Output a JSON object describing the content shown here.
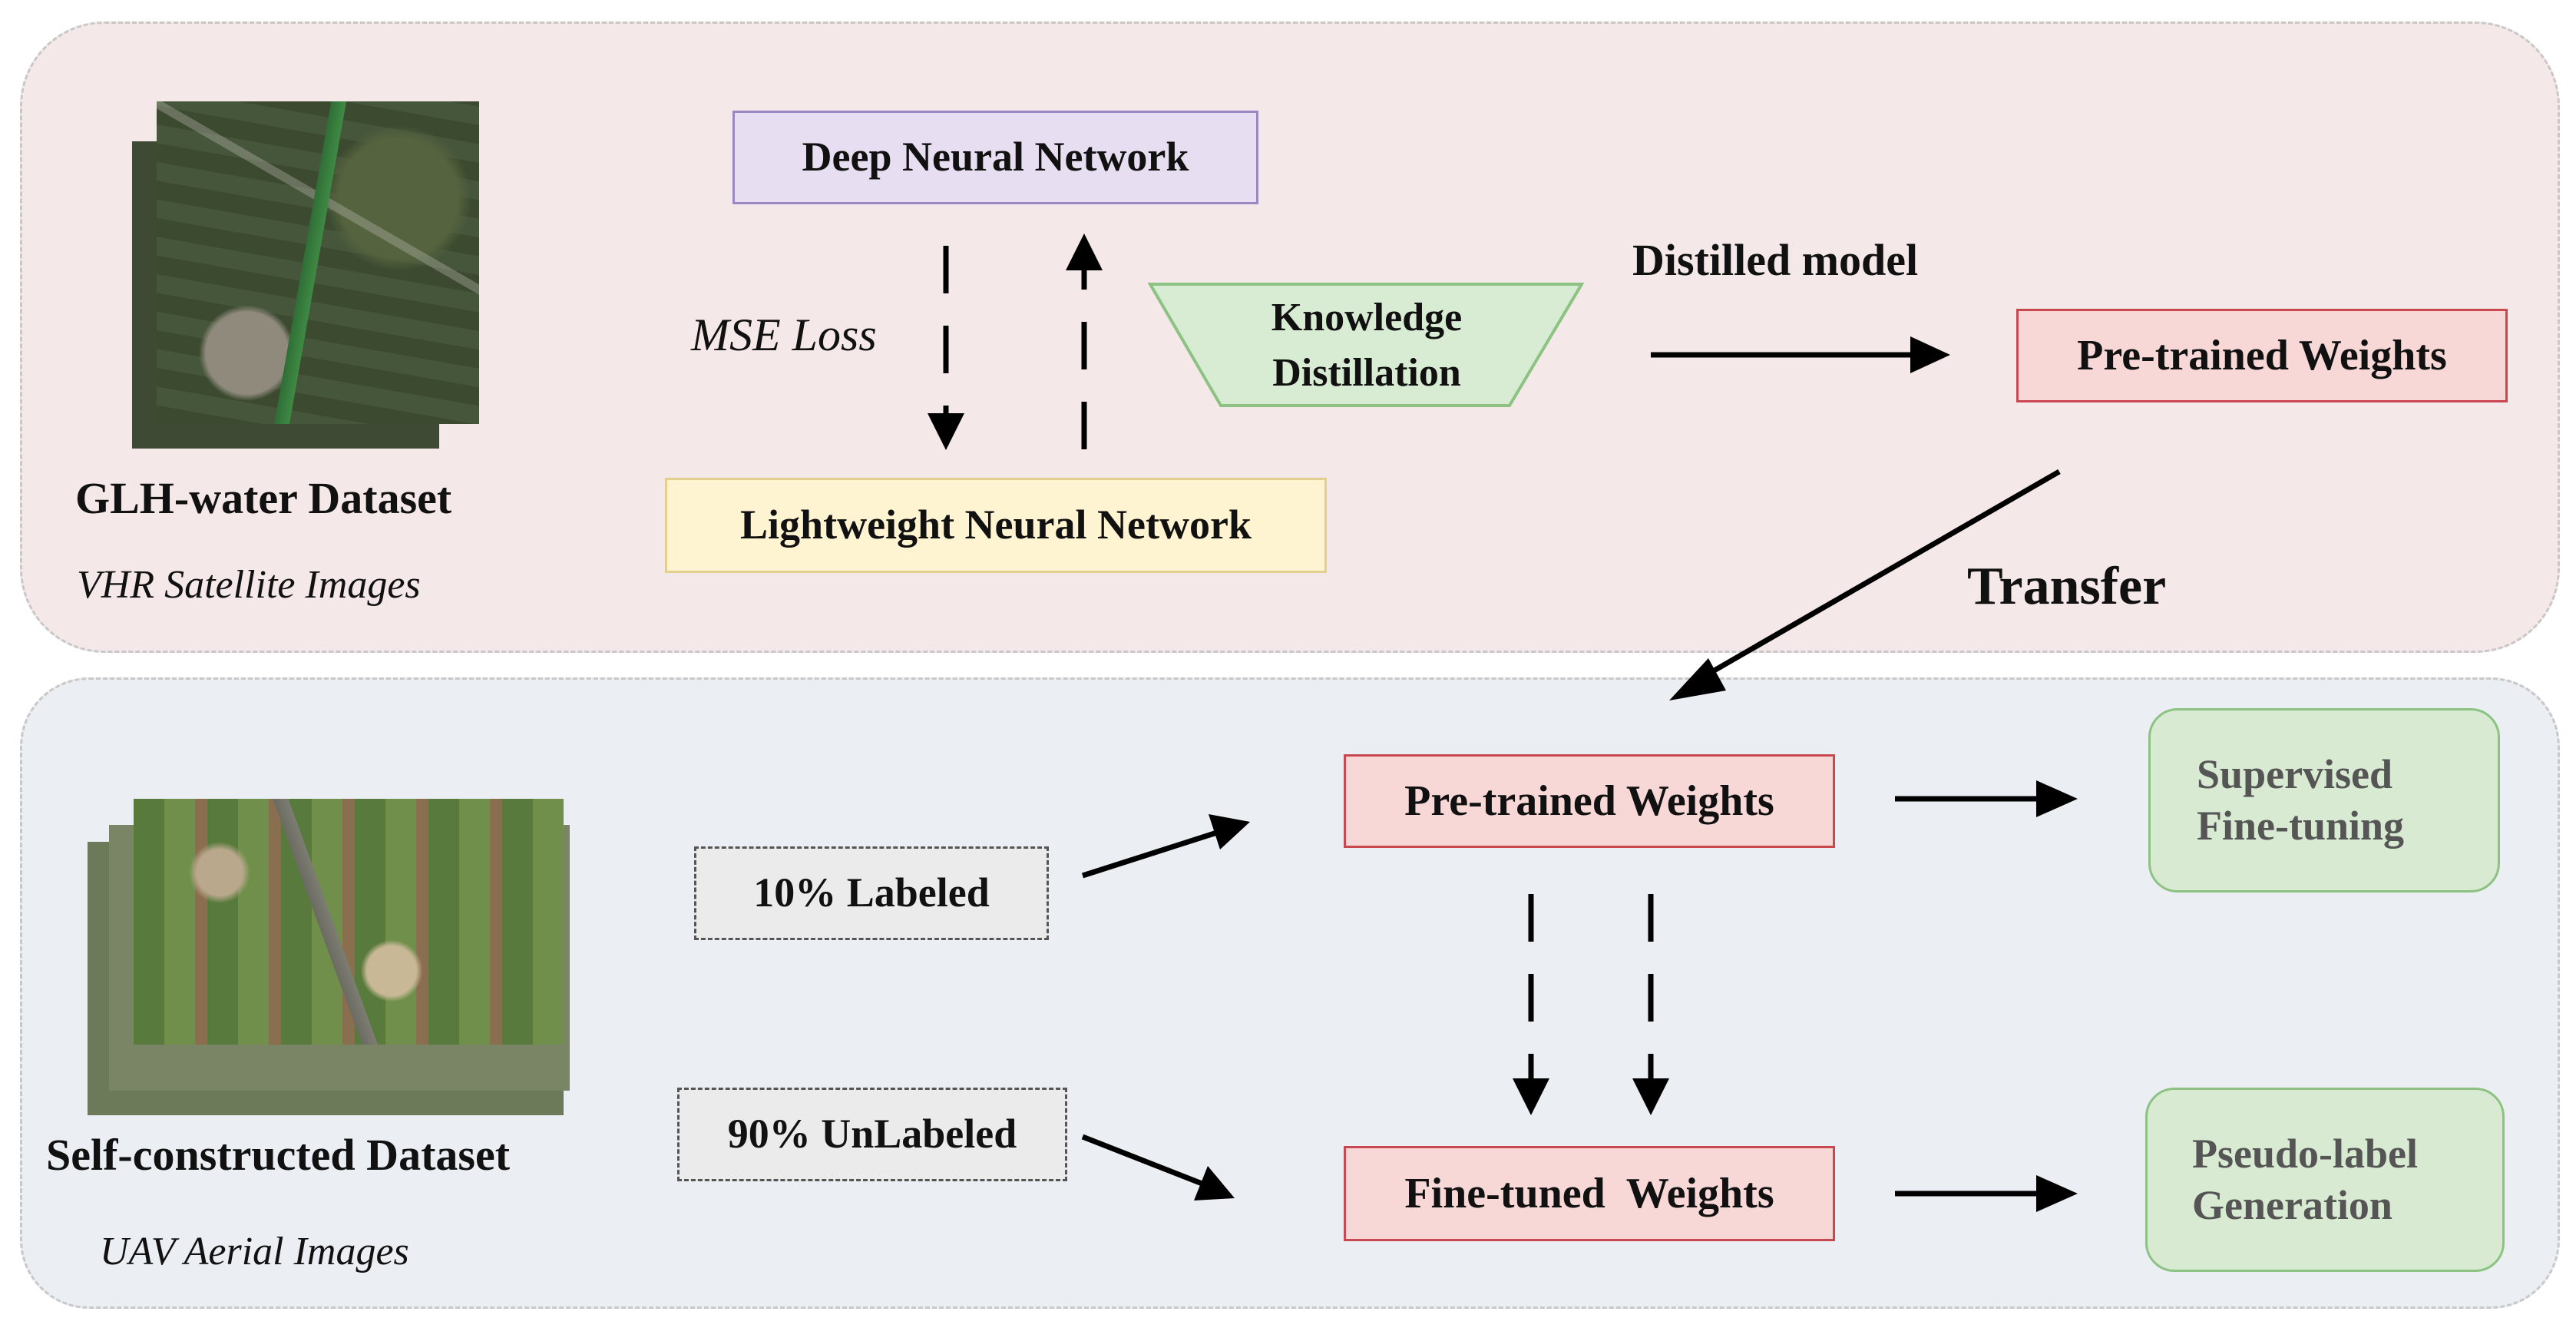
{
  "top_section": {
    "dataset_name": "GLH-water Dataset",
    "dataset_type": "VHR Satellite Images",
    "deep_network": "Deep Neural Network",
    "light_network": "Lightweight Neural Network",
    "loss_label": "MSE Loss",
    "kd_line1": "Knowledge",
    "kd_line2": "Distillation",
    "distilled_label": "Distilled model",
    "pretrained": "Pre-trained Weights",
    "transfer_label": "Transfer"
  },
  "bottom_section": {
    "dataset_name": "Self-constructed Dataset",
    "dataset_type": "UAV Aerial Images",
    "labeled": "10% Labeled",
    "unlabeled": "90% UnLabeled",
    "pretrained": "Pre-trained Weights",
    "finetuned": "Fine-tuned  Weights",
    "supervised_line1": "Supervised",
    "supervised_line2": "Fine-tuning",
    "pseudo_line1": "Pseudo-label",
    "pseudo_line2": "Generation"
  },
  "colors": {
    "top_panel": "#f5e8e8",
    "bottom_panel": "#ebeef3",
    "deep_box": "#e7def1",
    "light_box": "#fff4d1",
    "kd_box": "#d8ecd4",
    "weights_box": "#f8d7d7",
    "output_box": "#d8ead2"
  }
}
